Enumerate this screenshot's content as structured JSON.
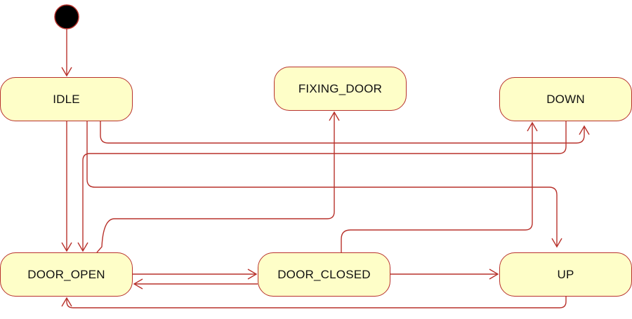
{
  "diagram": {
    "type": "uml-state-machine",
    "colors": {
      "stroke": "#b8322c",
      "state_fill": "#fefec8",
      "initial_fill": "#000000"
    },
    "states": {
      "idle": "IDLE",
      "fixing_door": "FIXING_DOOR",
      "down": "DOWN",
      "door_open": "DOOR_OPEN",
      "door_closed": "DOOR_CLOSED",
      "up": "UP"
    },
    "transitions": [
      {
        "from": "initial",
        "to": "IDLE"
      },
      {
        "from": "IDLE",
        "to": "DOOR_OPEN"
      },
      {
        "from": "IDLE",
        "to": "DOWN"
      },
      {
        "from": "IDLE",
        "to": "UP"
      },
      {
        "from": "DOWN",
        "to": "DOOR_OPEN"
      },
      {
        "from": "DOOR_OPEN",
        "to": "FIXING_DOOR"
      },
      {
        "from": "DOOR_OPEN",
        "to": "DOOR_CLOSED"
      },
      {
        "from": "DOOR_CLOSED",
        "to": "DOOR_OPEN"
      },
      {
        "from": "DOOR_CLOSED",
        "to": "UP"
      },
      {
        "from": "DOOR_CLOSED",
        "to": "DOWN"
      },
      {
        "from": "UP",
        "to": "DOOR_OPEN"
      }
    ]
  }
}
